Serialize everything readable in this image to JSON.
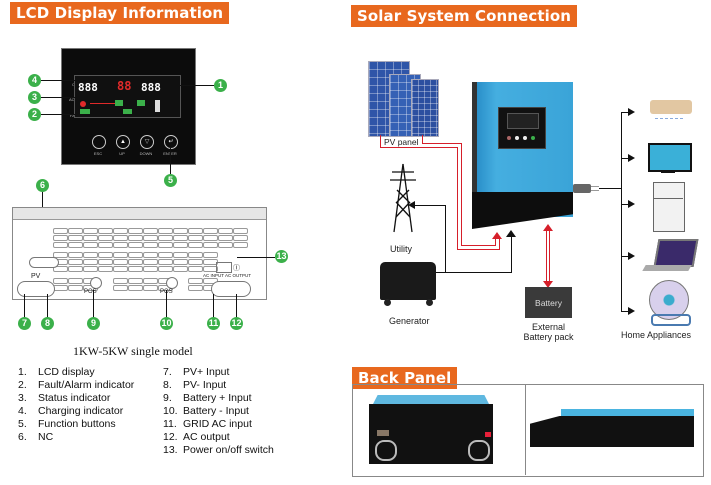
{
  "left": {
    "header": "LCD Display Information",
    "lcd_panel": {
      "indicators": [
        {
          "number": "4",
          "label": "CHG"
        },
        {
          "number": "3",
          "label": "AC/INV"
        },
        {
          "number": "2",
          "label": "FAULT"
        }
      ],
      "lcd_callout": "1",
      "buttons": [
        {
          "label": "ESC",
          "icon": "circle-icon"
        },
        {
          "label": "UP",
          "icon": "up-arrow-icon"
        },
        {
          "label": "DOWN",
          "icon": "down-arrow-icon"
        },
        {
          "label": "ENTER",
          "icon": "enter-icon"
        }
      ],
      "buttons_callout": "5",
      "screen": {
        "left_digits": "888",
        "center_digits": "88",
        "right_digits": "888"
      }
    },
    "rear_panel": {
      "callouts": [
        "6",
        "7",
        "8",
        "9",
        "10",
        "11",
        "12",
        "13"
      ],
      "labels": {
        "pv": "PV",
        "pos1": "POS",
        "pos2": "POS",
        "ac_input": "AC INPUT",
        "ac_output": "AC OUTPUT",
        "power_symbol": "Ⓘ"
      }
    },
    "caption": "1KW-5KW single model",
    "legend_left": [
      {
        "n": "1.",
        "text": "LCD display"
      },
      {
        "n": "2.",
        "text": "Fault/Alarm indicator"
      },
      {
        "n": "3.",
        "text": "Status indicator"
      },
      {
        "n": "4.",
        "text": "Charging indicator"
      },
      {
        "n": "5.",
        "text": "Function buttons"
      },
      {
        "n": "6.",
        "text": "NC"
      }
    ],
    "legend_right": [
      {
        "n": "7.",
        "text": "PV+ Input"
      },
      {
        "n": "8.",
        "text": "PV- Input"
      },
      {
        "n": "9.",
        "text": "Battery + Input"
      },
      {
        "n": "10.",
        "text": "Battery - Input"
      },
      {
        "n": "11.",
        "text": "GRID AC input"
      },
      {
        "n": "12.",
        "text": "AC output"
      },
      {
        "n": "13.",
        "text": "Power on/off switch"
      }
    ]
  },
  "right": {
    "header": "Solar System Connection",
    "labels": {
      "pv_panel": "PV panel",
      "utility": "Utility",
      "generator": "Generator",
      "battery": "Battery",
      "external_battery_line1": "External",
      "external_battery_line2": "Battery pack",
      "home_appliances": "Home Appliances"
    },
    "appliances": [
      "air-conditioner",
      "television",
      "refrigerator",
      "laptop",
      "fan"
    ],
    "colors": {
      "header": "#e8681e",
      "dc_wire": "#d61f2a",
      "ac_wire": "#111111",
      "inverter_blue": "#3aa4d8",
      "callout_green": "#3bb04a"
    }
  },
  "back_panel": {
    "header": "Back Panel",
    "images": [
      "rear-view",
      "side-view"
    ]
  }
}
